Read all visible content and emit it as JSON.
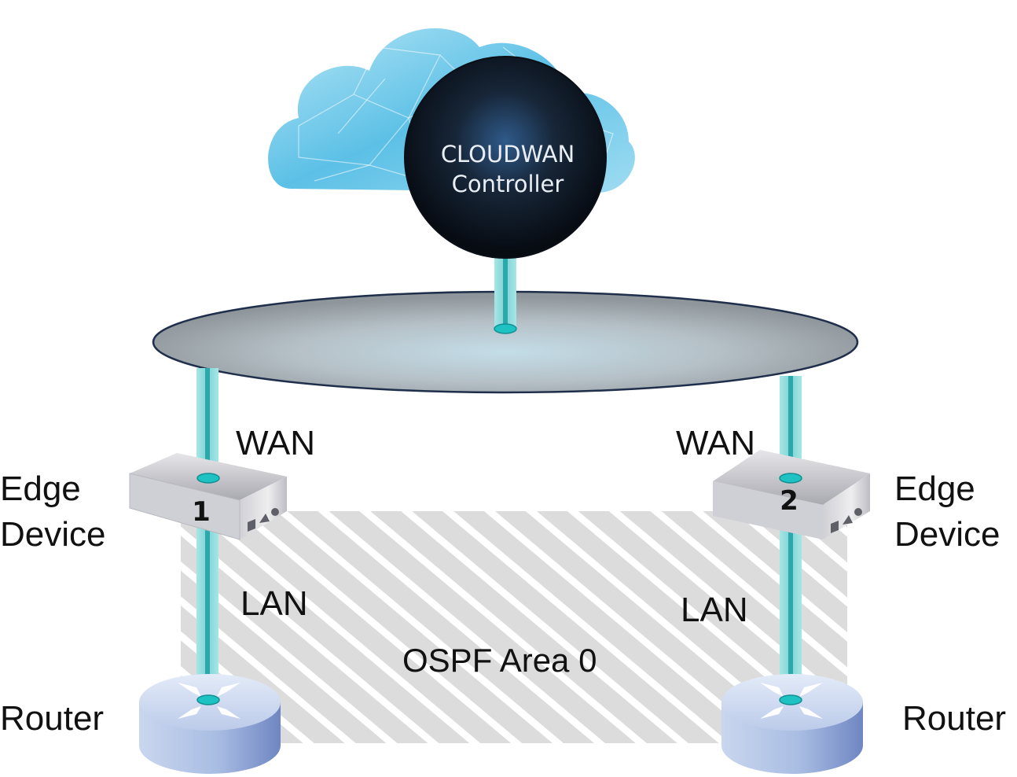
{
  "controller": {
    "line1": "CLOUDWAN",
    "line2": "Controller"
  },
  "area_label": "OSPF Area 0",
  "left": {
    "wan_label": "WAN",
    "lan_label": "LAN",
    "edge_line1": "Edge",
    "edge_line2": "Device",
    "edge_number": "1",
    "router_label": "Router"
  },
  "right": {
    "wan_label": "WAN",
    "lan_label": "LAN",
    "edge_line1": "Edge",
    "edge_line2": "Device",
    "edge_number": "2",
    "router_label": "Router"
  },
  "colors": {
    "link": "#7fd6d6",
    "link_core": "#2aa8ac",
    "ellipse_edge": "#1f2e4a",
    "controller": "#0d1524",
    "cloud": "#6cc6e6"
  }
}
